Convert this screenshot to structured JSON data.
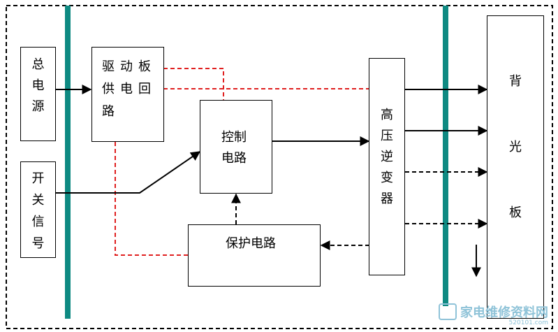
{
  "diagram": {
    "blocks": {
      "main_power": "总\n电\n源",
      "switch_signal": "开\n关\n信\n号",
      "driver_power": "驱动板\n供电回\n路",
      "control": "控制\n电路",
      "protection": "保护电路",
      "inverter": "高\n压\n逆\n变\n器",
      "backlight": "背\n\n光\n\n板"
    },
    "colors": {
      "bar": "#0e8a82",
      "red_dashed": "#e02020",
      "line": "#000000"
    }
  },
  "watermark": {
    "text": "家电维修资料网",
    "url": "520101.com"
  }
}
